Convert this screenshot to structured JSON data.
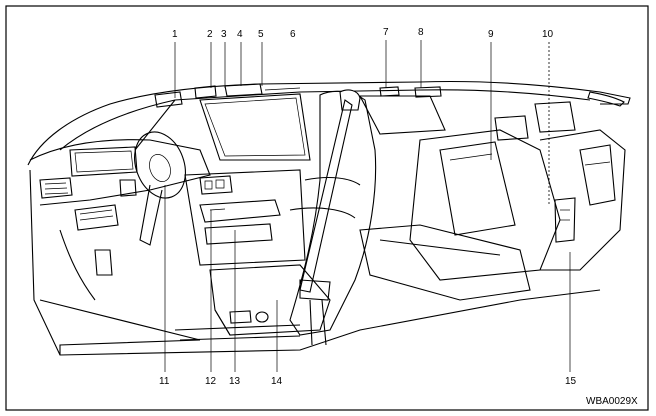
{
  "callouts": [
    {
      "id": "1",
      "text": "1"
    },
    {
      "id": "2",
      "text": "2"
    },
    {
      "id": "3",
      "text": "3"
    },
    {
      "id": "4",
      "text": "4"
    },
    {
      "id": "5",
      "text": "5"
    },
    {
      "id": "6",
      "text": "6"
    },
    {
      "id": "7",
      "text": "7"
    },
    {
      "id": "8",
      "text": "8"
    },
    {
      "id": "9",
      "text": "9"
    },
    {
      "id": "10",
      "text": "10"
    },
    {
      "id": "11",
      "text": "11"
    },
    {
      "id": "12",
      "text": "12"
    },
    {
      "id": "13",
      "text": "13"
    },
    {
      "id": "14",
      "text": "14"
    },
    {
      "id": "15",
      "text": "15"
    }
  ],
  "figure_code": "WBA0029X"
}
